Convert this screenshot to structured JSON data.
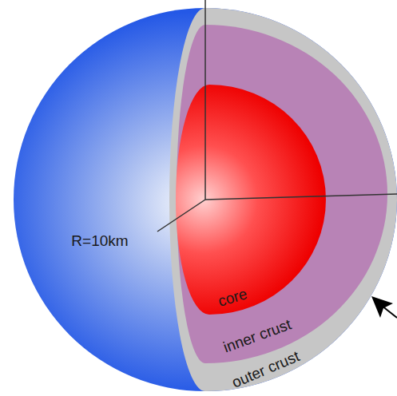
{
  "diagram": {
    "labels": [
      "R=10km",
      "core",
      "inner crust",
      "outer crust"
    ]
  }
}
